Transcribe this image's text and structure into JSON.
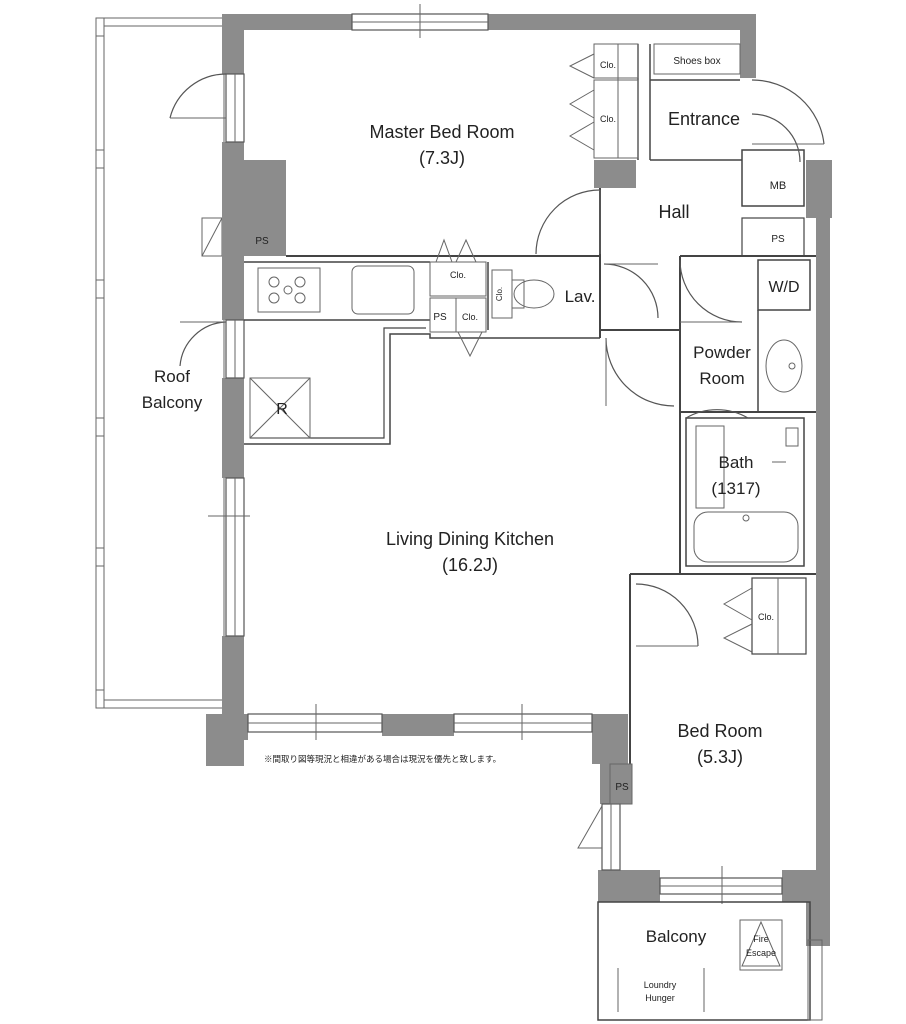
{
  "rooms": {
    "master_bed_name": "Master Bed Room",
    "master_bed_size": "(7.3J)",
    "entrance": "Entrance",
    "shoes_box": "Shoes box",
    "mb": "MB",
    "hall": "Hall",
    "lav": "Lav.",
    "wd": "W/D",
    "powder_line1": "Powder",
    "powder_line2": "Room",
    "bath_name": "Bath",
    "bath_size": "(1317)",
    "roof_balcony_line1": "Roof",
    "roof_balcony_line2": "Balcony",
    "ldk_name": "Living Dining Kitchen",
    "ldk_size": "(16.2J)",
    "bed_name": "Bed Room",
    "bed_size": "(5.3J)",
    "balcony": "Balcony",
    "fire_escape_line1": "Fire",
    "fire_escape_line2": "Escape",
    "laundry_line1": "Loundry",
    "laundry_line2": "Hunger"
  },
  "labels": {
    "clo": "Clo.",
    "ps": "PS",
    "refrigerator": "R"
  },
  "note": "※間取り図等現況と相違がある場合は現況を優先と致します。"
}
